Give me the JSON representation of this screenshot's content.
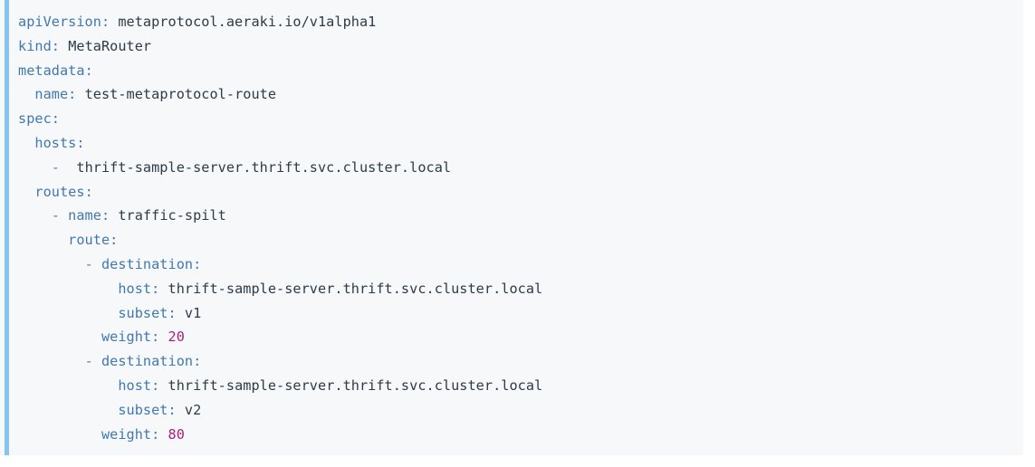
{
  "colors": {
    "background": "#f7f8fa",
    "page_background": "#ffffff",
    "accent_bar": "#85c5f0",
    "key": "#4078b0",
    "value": "#2d3b48",
    "number": "#a6227c",
    "dash": "#5b7fa6"
  },
  "code_block": {
    "language": "yaml",
    "lines": [
      {
        "indent": "",
        "dash": "",
        "key": "apiVersion",
        "colon": ":",
        "value": "metaprotocol.aeraki.io/v1alpha1",
        "value_type": "string"
      },
      {
        "indent": "",
        "dash": "",
        "key": "kind",
        "colon": ":",
        "value": "MetaRouter",
        "value_type": "string"
      },
      {
        "indent": "",
        "dash": "",
        "key": "metadata",
        "colon": ":",
        "value": "",
        "value_type": "none"
      },
      {
        "indent": "  ",
        "dash": "",
        "key": "name",
        "colon": ":",
        "value": "test-metaprotocol-route",
        "value_type": "string"
      },
      {
        "indent": "",
        "dash": "",
        "key": "spec",
        "colon": ":",
        "value": "",
        "value_type": "none"
      },
      {
        "indent": "  ",
        "dash": "",
        "key": "hosts",
        "colon": ":",
        "value": "",
        "value_type": "none"
      },
      {
        "indent": "    ",
        "dash": "- ",
        "key": "",
        "colon": "",
        "value": "thrift-sample-server.thrift.svc.cluster.local",
        "value_type": "string"
      },
      {
        "indent": "  ",
        "dash": "",
        "key": "routes",
        "colon": ":",
        "value": "",
        "value_type": "none"
      },
      {
        "indent": "    ",
        "dash": "- ",
        "key": "name",
        "colon": ":",
        "value": "traffic-spilt",
        "value_type": "string"
      },
      {
        "indent": "      ",
        "dash": "",
        "key": "route",
        "colon": ":",
        "value": "",
        "value_type": "none"
      },
      {
        "indent": "        ",
        "dash": "- ",
        "key": "destination",
        "colon": ":",
        "value": "",
        "value_type": "none"
      },
      {
        "indent": "            ",
        "dash": "",
        "key": "host",
        "colon": ":",
        "value": "thrift-sample-server.thrift.svc.cluster.local",
        "value_type": "string"
      },
      {
        "indent": "            ",
        "dash": "",
        "key": "subset",
        "colon": ":",
        "value": "v1",
        "value_type": "string"
      },
      {
        "indent": "          ",
        "dash": "",
        "key": "weight",
        "colon": ":",
        "value": "20",
        "value_type": "number"
      },
      {
        "indent": "        ",
        "dash": "- ",
        "key": "destination",
        "colon": ":",
        "value": "",
        "value_type": "none"
      },
      {
        "indent": "            ",
        "dash": "",
        "key": "host",
        "colon": ":",
        "value": "thrift-sample-server.thrift.svc.cluster.local",
        "value_type": "string"
      },
      {
        "indent": "            ",
        "dash": "",
        "key": "subset",
        "colon": ":",
        "value": "v2",
        "value_type": "string"
      },
      {
        "indent": "          ",
        "dash": "",
        "key": "weight",
        "colon": ":",
        "value": "80",
        "value_type": "number"
      }
    ]
  }
}
